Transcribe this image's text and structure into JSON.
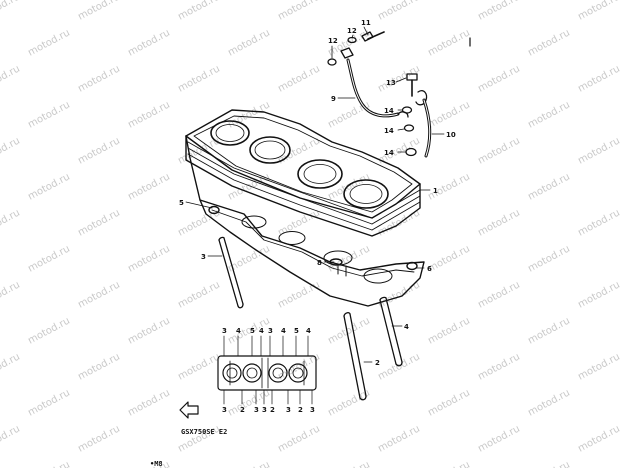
{
  "watermark": "motod.ru",
  "caption": "GSX750SE E2",
  "bottom_mark": "•M8",
  "callouts": [
    {
      "id": "c11",
      "text": "11"
    },
    {
      "id": "c12a",
      "text": "12"
    },
    {
      "id": "c12b",
      "text": "12"
    },
    {
      "id": "c9",
      "text": "9"
    },
    {
      "id": "c13",
      "text": "13"
    },
    {
      "id": "c14a",
      "text": "14"
    },
    {
      "id": "c14b",
      "text": "14"
    },
    {
      "id": "c14c",
      "text": "14"
    },
    {
      "id": "c10",
      "text": "10"
    },
    {
      "id": "c1",
      "text": "1"
    },
    {
      "id": "c5",
      "text": "5"
    },
    {
      "id": "c3",
      "text": "3"
    },
    {
      "id": "c6",
      "text": "6"
    },
    {
      "id": "c8",
      "text": "8"
    },
    {
      "id": "c4",
      "text": "4"
    },
    {
      "id": "c2",
      "text": "2"
    }
  ],
  "diagram_top_labels": [
    "3",
    "4",
    "5",
    "4",
    "3",
    "4",
    "5",
    "4"
  ],
  "diagram_bottom_labels": [
    "3",
    "2",
    "3",
    "3",
    "2",
    "3",
    "2",
    "3"
  ]
}
